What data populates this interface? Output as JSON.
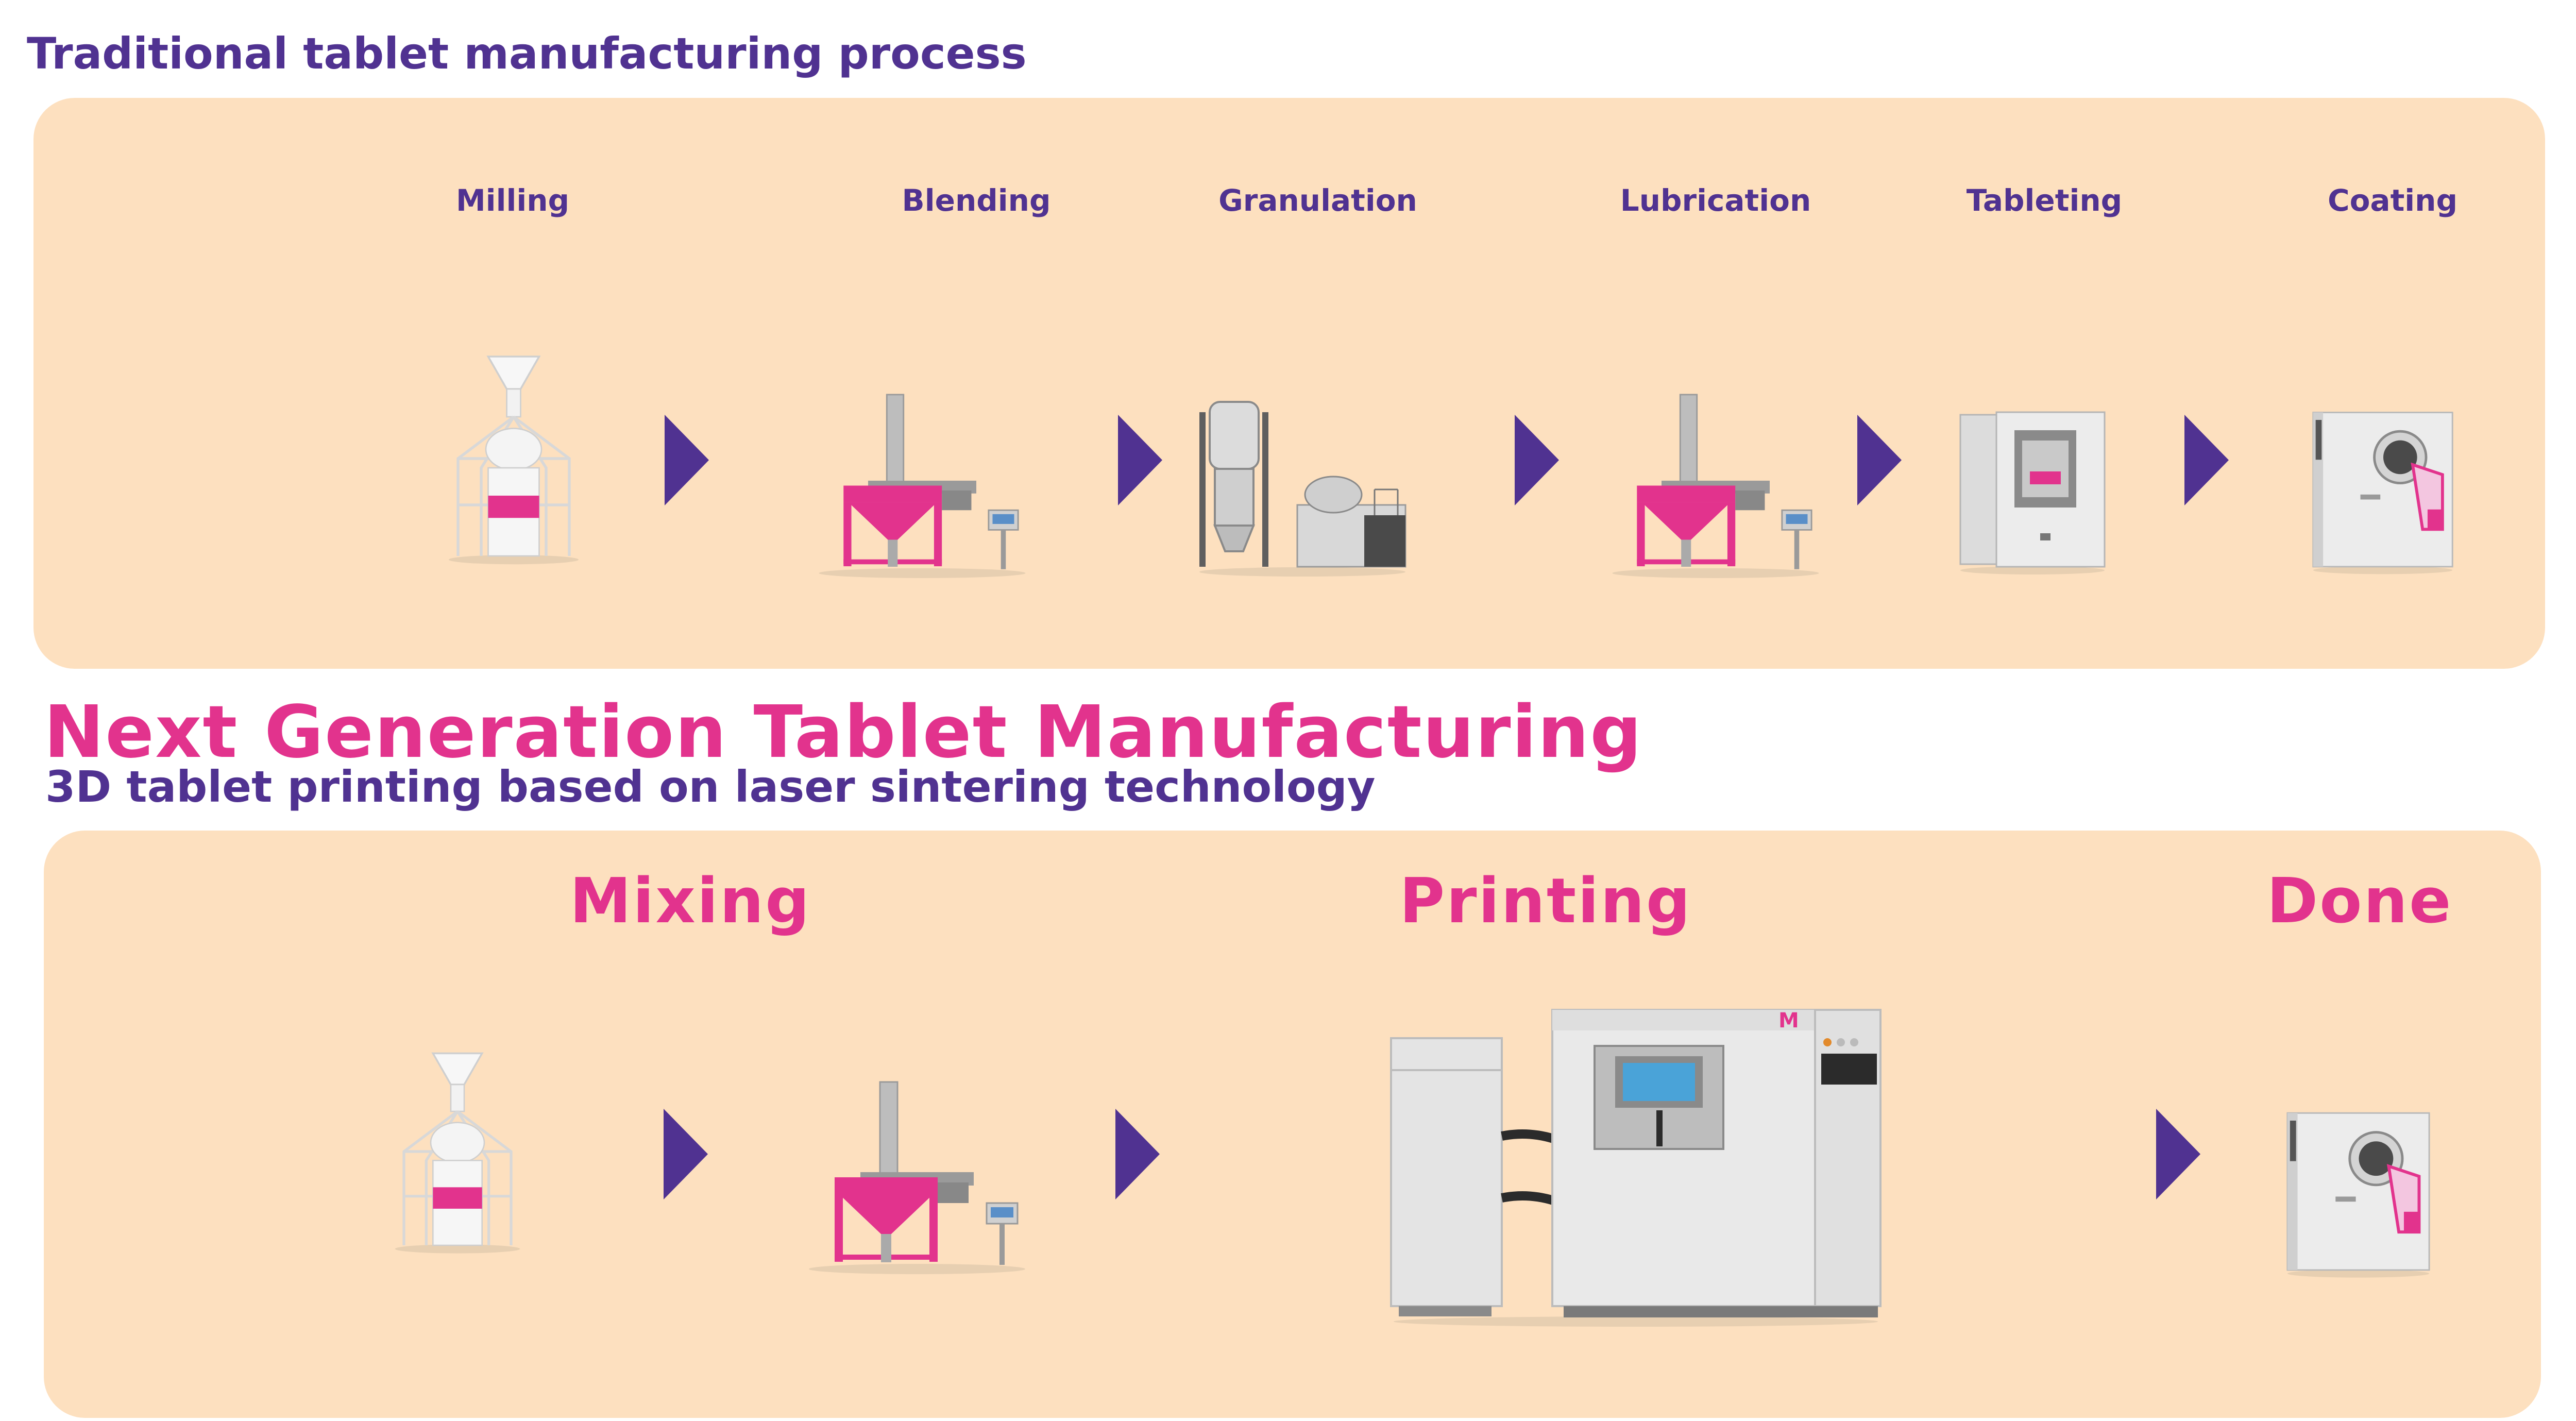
{
  "traditional": {
    "title": "Traditional tablet manufacturing process",
    "steps": [
      {
        "label": "Milling",
        "icon": "mill-icon"
      },
      {
        "label": "Blending",
        "icon": "blender-icon"
      },
      {
        "label": "Granulation",
        "icon": "granulator-icon"
      },
      {
        "label": "Lubrication",
        "icon": "blender-icon"
      },
      {
        "label": "Tableting",
        "icon": "tablet-press-icon"
      },
      {
        "label": "Coating",
        "icon": "coater-icon"
      }
    ]
  },
  "next_gen": {
    "title": "Next Generation Tablet Manufacturing",
    "subtitle": "3D tablet printing based on laser sintering technology",
    "steps": [
      {
        "label": "Mixing",
        "icons": [
          "mill-icon",
          "blender-icon"
        ]
      },
      {
        "label": "Printing",
        "icon": "3d-printer-icon"
      },
      {
        "label": "Done",
        "icon": "coater-icon"
      }
    ]
  },
  "printer_logo": "M",
  "colors": {
    "panel_bg": "#fde0bf",
    "purple": "#503291",
    "magenta": "#e2338d",
    "machine_grey": "#e3e3e3"
  }
}
